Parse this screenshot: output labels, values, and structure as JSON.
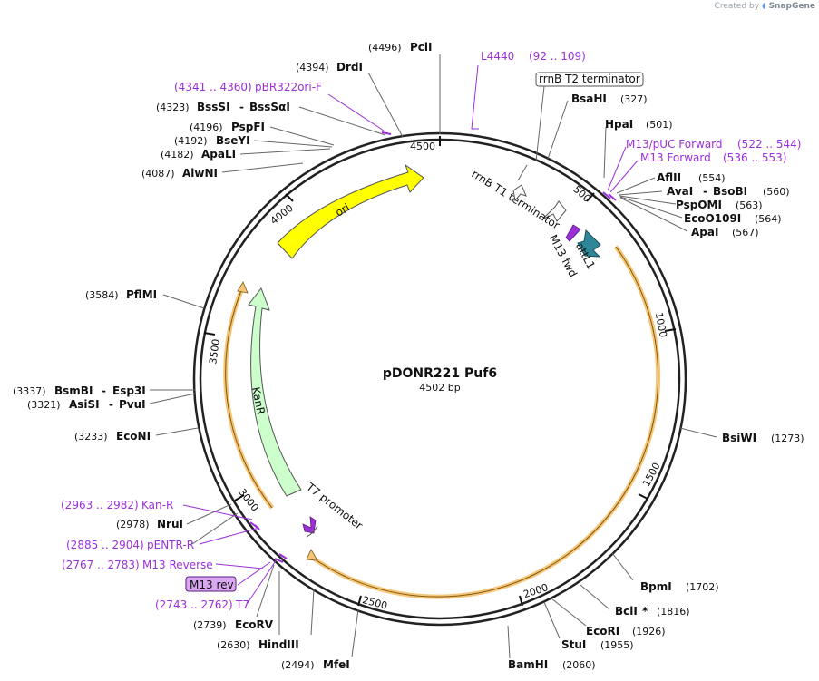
{
  "credit": {
    "prefix": "Created by",
    "brand": "SnapGene"
  },
  "plasmid": {
    "name": "pDONR221 Puf6",
    "size_label": "4502 bp",
    "length": 4502
  },
  "ticks": [
    {
      "pos": 500,
      "label": "500"
    },
    {
      "pos": 1000,
      "label": "1000"
    },
    {
      "pos": 1500,
      "label": "1500"
    },
    {
      "pos": 2000,
      "label": "2000"
    },
    {
      "pos": 2500,
      "label": "2500"
    },
    {
      "pos": 3000,
      "label": "3000"
    },
    {
      "pos": 3500,
      "label": "3500"
    },
    {
      "pos": 4000,
      "label": "4000"
    },
    {
      "pos": 4500,
      "label": "4500"
    }
  ],
  "features": {
    "ori": {
      "label": "ori"
    },
    "kanr": {
      "label": "KanR"
    },
    "rrnb_t1": {
      "label": "rrnB T1 terminator"
    },
    "attl1": {
      "label": "attL1"
    },
    "m13_fwd": {
      "label": "M13 fwd"
    },
    "t7_promoter": {
      "label": "T7 promoter"
    },
    "rrnb_t2": {
      "label": "rrnB T2 terminator"
    },
    "m13_rev": {
      "label": "M13 rev"
    }
  },
  "enzymes": {
    "pci": {
      "name": "PciI",
      "pos": "(4496)"
    },
    "drd": {
      "name": "DrdI",
      "pos": "(4394)"
    },
    "bsssi": {
      "name": "BssSI",
      "pos": "(4323)",
      "alias": "BssSαI"
    },
    "pspfi": {
      "name": "PspFI",
      "pos": "(4196)"
    },
    "bseyi": {
      "name": "BseYI",
      "pos": "(4192)"
    },
    "apali": {
      "name": "ApaLI",
      "pos": "(4182)"
    },
    "alwni": {
      "name": "AlwNI",
      "pos": "(4087)"
    },
    "pflmi": {
      "name": "PflMI",
      "pos": "(3584)"
    },
    "bsmbi": {
      "name": "BsmBI",
      "pos": "(3337)",
      "alias": "Esp3I"
    },
    "asisi": {
      "name": "AsiSI",
      "pos": "(3321)",
      "alias": "PvuI"
    },
    "econi": {
      "name": "EcoNI",
      "pos": "(3233)"
    },
    "nrui": {
      "name": "NruI",
      "pos": "(2978)"
    },
    "ecorv": {
      "name": "EcoRV",
      "pos": "(2739)"
    },
    "hindiii": {
      "name": "HindIII",
      "pos": "(2630)"
    },
    "mfei": {
      "name": "MfeI",
      "pos": "(2494)"
    },
    "bamhi": {
      "name": "BamHI",
      "pos": "(2060)"
    },
    "stui": {
      "name": "StuI",
      "pos": "(1955)"
    },
    "ecori": {
      "name": "EcoRI",
      "pos": "(1926)"
    },
    "bcli": {
      "name": "BclI",
      "mark": "*",
      "pos": "(1816)"
    },
    "bpmi": {
      "name": "BpmI",
      "pos": "(1702)"
    },
    "bsiwi": {
      "name": "BsiWI",
      "pos": "(1273)"
    },
    "bsahi": {
      "name": "BsaHI",
      "pos": "(327)"
    },
    "hpai": {
      "name": "HpaI",
      "pos": "(501)"
    },
    "aflii": {
      "name": "AflII",
      "pos": "(554)"
    },
    "avai": {
      "name": "AvaI",
      "pos": "(560)",
      "alias": "BsoBI"
    },
    "pspomi": {
      "name": "PspOMI",
      "pos": "(563)"
    },
    "ecoo109i": {
      "name": "EcoO109I",
      "pos": "(564)"
    },
    "apai": {
      "name": "ApaI",
      "pos": "(567)"
    }
  },
  "primers": {
    "l4440": {
      "name": "L4440",
      "range": "(92 .. 109)"
    },
    "pbr322": {
      "name": "pBR322ori-F",
      "range": "(4341 .. 4360)"
    },
    "m13puc": {
      "name": "M13/pUC Forward",
      "range": "(522 .. 544)"
    },
    "m13fwd": {
      "name": "M13 Forward",
      "range": "(536 .. 553)"
    },
    "kanr": {
      "name": "Kan-R",
      "range": "(2963 .. 2982)"
    },
    "pentr": {
      "name": "pENTR-R",
      "range": "(2885 .. 2904)"
    },
    "m13rev": {
      "name": "M13 Reverse",
      "range": "(2767 .. 2783)"
    },
    "t7": {
      "name": "T7",
      "range": "(2743 .. 2762)"
    }
  },
  "colors": {
    "backbone": "#222222",
    "ori": "#ffff00",
    "kanr": "#ccffcc",
    "attl1": "#2e8799",
    "orf": "#f7c577",
    "primer": "#9b30d9",
    "m13rev_box": "#d9a8f0"
  }
}
